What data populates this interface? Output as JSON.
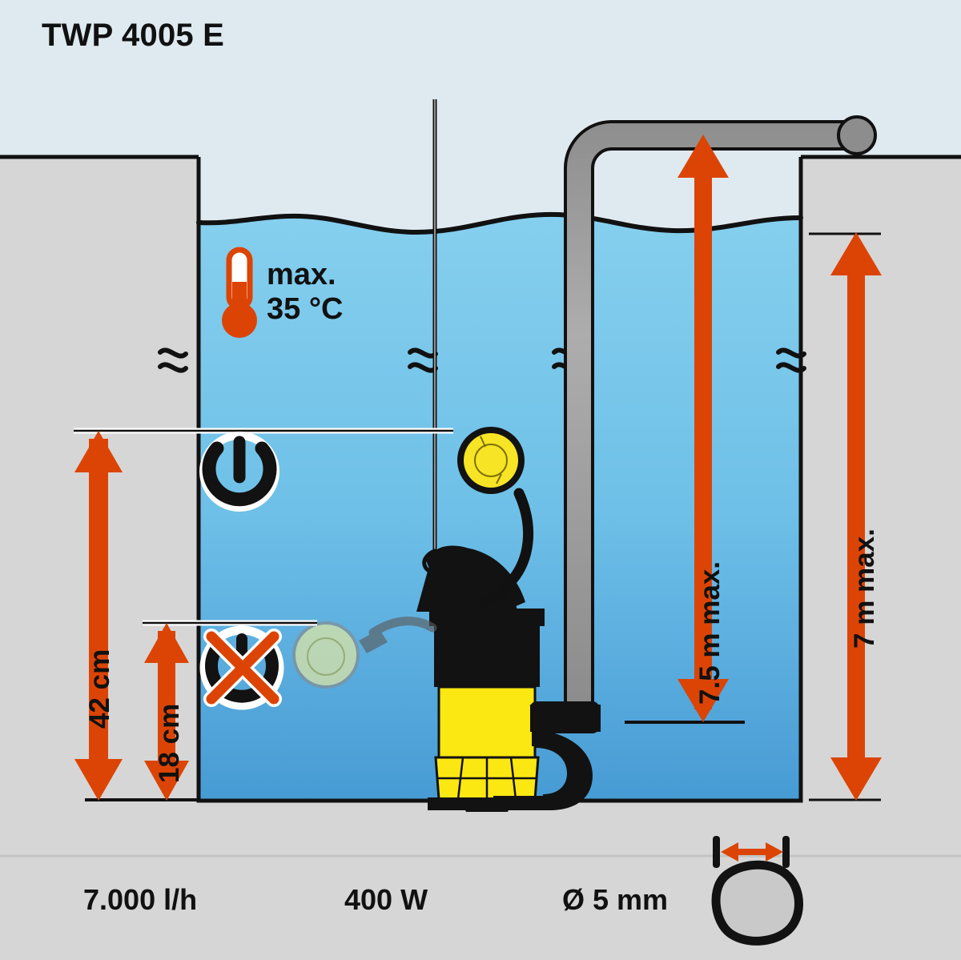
{
  "product": {
    "title": "TWP 4005 E"
  },
  "colors": {
    "sky": "#dfeaf0",
    "ground": "#d6d6d6",
    "water_top": "#7ecbea",
    "water_bottom": "#4b9ed6",
    "arrow_orange": "#dc4405",
    "pump_yellow": "#fbe712",
    "pump_black": "#121212",
    "hose_gray": "#9d9d9d",
    "outline": "#111111"
  },
  "annotations": {
    "temperature": {
      "icon": "thermometer-icon",
      "line1": "max.",
      "line2": "35 °C"
    },
    "switch_on": {
      "icon": "power-on-icon",
      "note": "float switch raised - pump on"
    },
    "switch_off": {
      "icon": "power-off-crossed-icon",
      "note": "float switch lowered - pump off"
    },
    "rope": {
      "icon": "suspension-rope-icon"
    },
    "break_marks": {
      "icon": "break-mark-icon",
      "count": 4
    }
  },
  "dimensions": {
    "switch_on_depth": {
      "label": "42 cm",
      "arrow": "down-arrow"
    },
    "switch_off_depth": {
      "label": "18 cm",
      "arrow": "down-arrow"
    },
    "delivery_head": {
      "label": "7.5 m max.",
      "arrow": "double-arrow"
    },
    "immersion_depth": {
      "label": "7 m max.",
      "arrow": "double-arrow"
    }
  },
  "specs": [
    {
      "name": "flow-rate",
      "label": "7.000 l/h"
    },
    {
      "name": "power",
      "label": "400 W"
    },
    {
      "name": "max-particle-size",
      "label": "Ø 5 mm",
      "icon": "stone-particle-icon"
    }
  ],
  "chart_data": {
    "type": "diagram",
    "title": "TWP 4005 E",
    "annotations": [
      {
        "key": "max_water_temperature",
        "value": 35,
        "unit": "°C",
        "display": "max. 35 °C"
      },
      {
        "key": "switch_on_level",
        "value": 42,
        "unit": "cm",
        "display": "42 cm"
      },
      {
        "key": "switch_off_level",
        "value": 18,
        "unit": "cm",
        "display": "18 cm"
      },
      {
        "key": "max_delivery_head",
        "value": 7.5,
        "unit": "m",
        "display": "7.5 m max."
      },
      {
        "key": "max_immersion_depth",
        "value": 7,
        "unit": "m",
        "display": "7 m max."
      },
      {
        "key": "max_flow_rate",
        "value": 7000,
        "unit": "l/h",
        "display": "7.000 l/h"
      },
      {
        "key": "rated_power",
        "value": 400,
        "unit": "W",
        "display": "400 W"
      },
      {
        "key": "max_particle_size",
        "value": 5,
        "unit": "mm",
        "display": "Ø 5 mm"
      }
    ]
  }
}
